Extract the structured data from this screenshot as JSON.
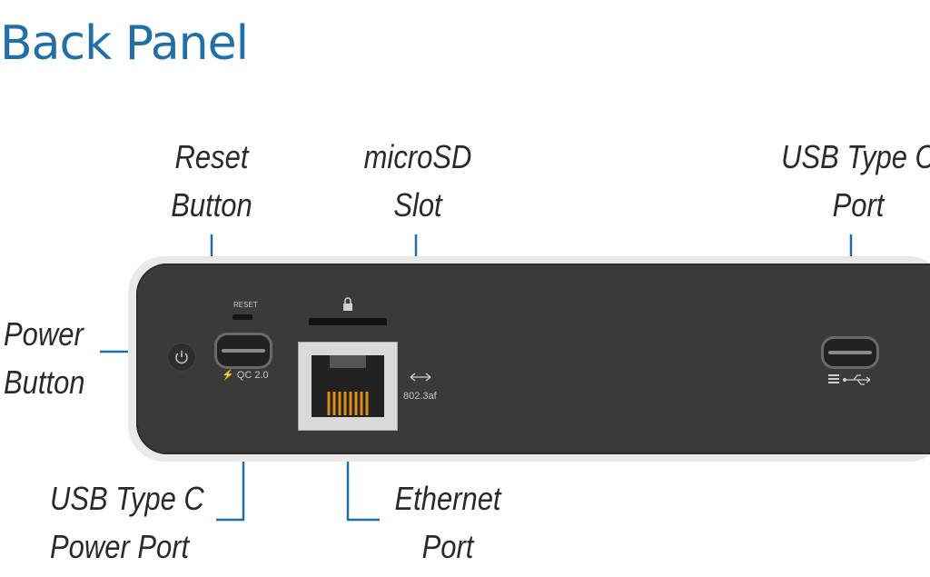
{
  "title": "Back Panel",
  "labels": {
    "reset_button": [
      "Reset",
      "Button"
    ],
    "microsd_slot": [
      "microSD",
      "Slot"
    ],
    "usb_c_port": [
      "USB Type C",
      "Port"
    ],
    "power_button": [
      "Power",
      "Button"
    ],
    "usb_c_power_port": [
      "USB Type C",
      "Power Port"
    ],
    "ethernet_port": [
      "Ethernet",
      "Port"
    ]
  },
  "panel_text": {
    "reset": "RESET",
    "qc": "QC 2.0",
    "poe": "802.3af"
  },
  "colors": {
    "title": "#1f6fa8",
    "callout_line": "#1f6fa8",
    "panel": "#3a3a3a"
  }
}
